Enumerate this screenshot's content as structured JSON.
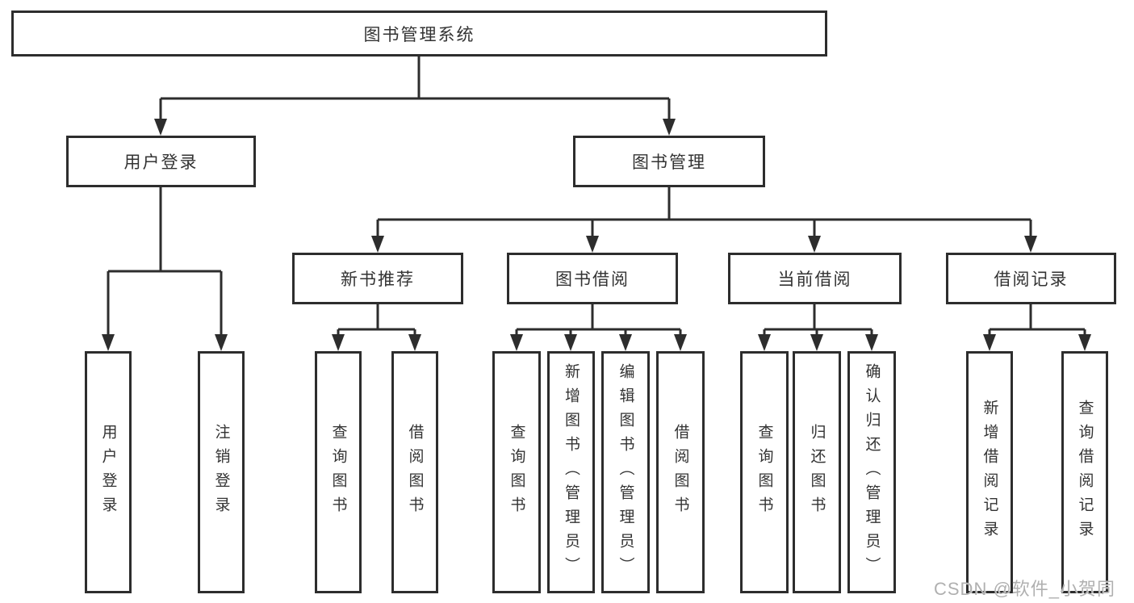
{
  "tree": {
    "root": {
      "label": "图书管理系统"
    },
    "branches": [
      {
        "label": "用户登录",
        "children": [
          {
            "label": "用户登录"
          },
          {
            "label": "注销登录"
          }
        ]
      },
      {
        "label": "图书管理",
        "children": [
          {
            "label": "新书推荐",
            "children": [
              {
                "label": "查询图书"
              },
              {
                "label": "借阅图书"
              }
            ]
          },
          {
            "label": "图书借阅",
            "children": [
              {
                "label": "查询图书"
              },
              {
                "label": "新增图书（管理员）"
              },
              {
                "label": "编辑图书（管理员）"
              },
              {
                "label": "借阅图书"
              }
            ]
          },
          {
            "label": "当前借阅",
            "children": [
              {
                "label": "查询图书"
              },
              {
                "label": "归还图书"
              },
              {
                "label": "确认归还（管理员）"
              }
            ]
          },
          {
            "label": "借阅记录",
            "children": [
              {
                "label": "新增借阅记录"
              },
              {
                "label": "查询借阅记录"
              }
            ]
          }
        ]
      }
    ]
  },
  "watermark": {
    "text": "CSDN @软件_小贺同学"
  },
  "colors": {
    "line": "#2d2d2d",
    "text": "#333333",
    "watermark": "#b0b0b0",
    "background": "#ffffff"
  }
}
